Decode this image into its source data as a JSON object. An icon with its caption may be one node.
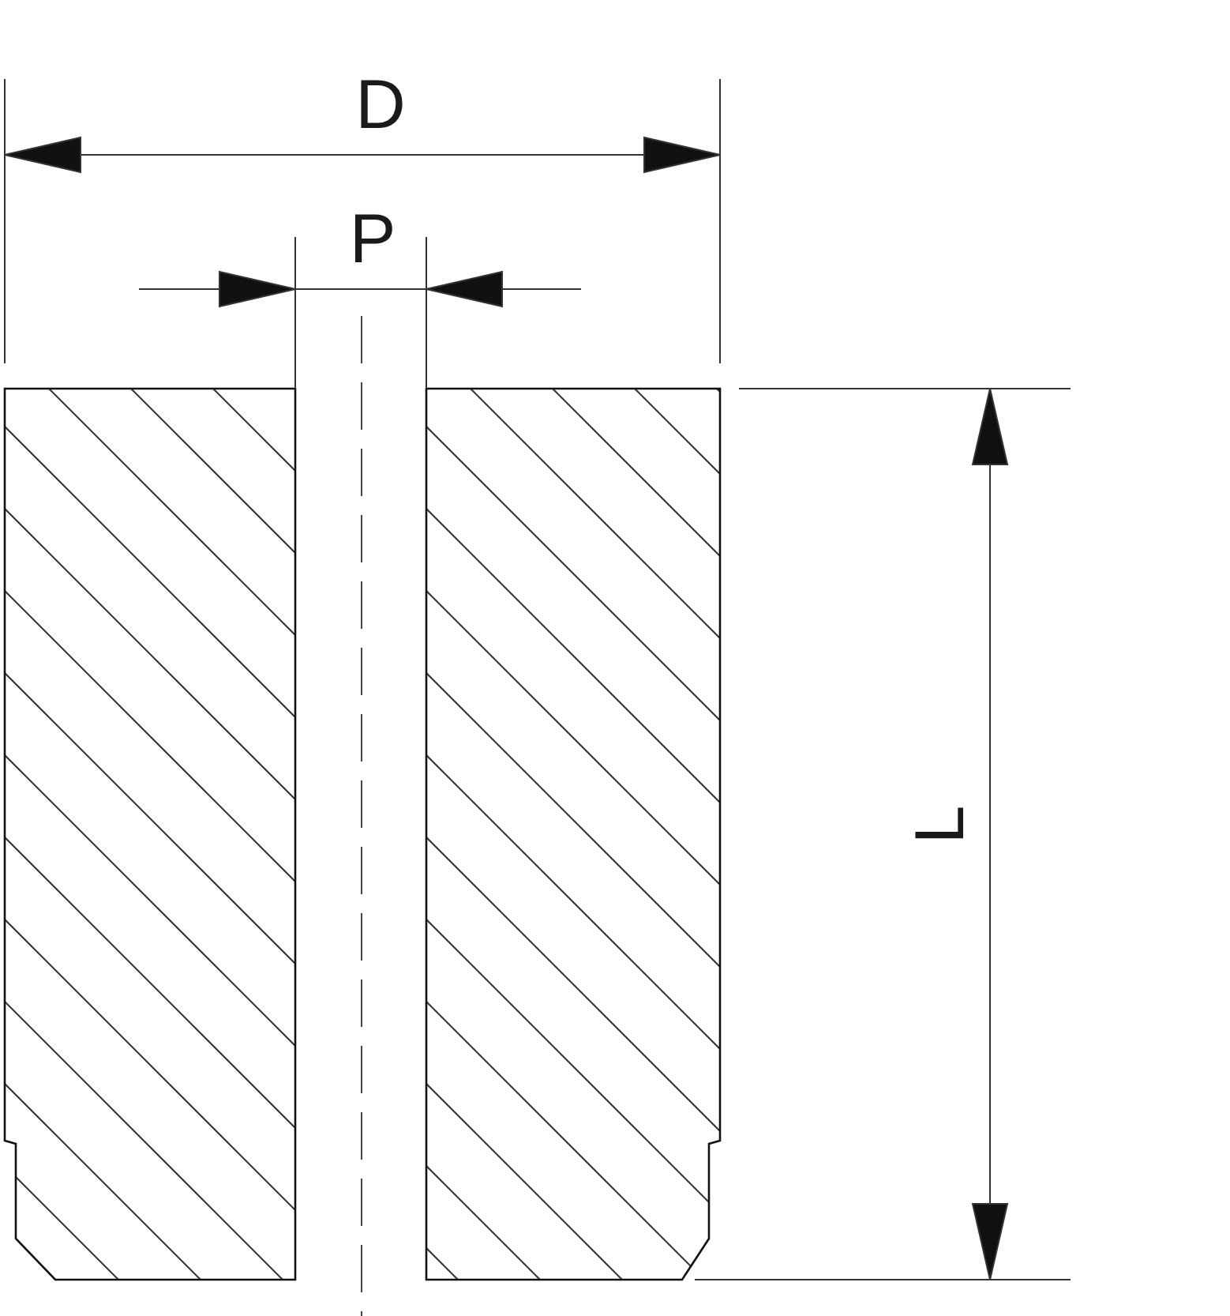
{
  "diagram": {
    "labels": [
      "D",
      "P",
      "L"
    ]
  }
}
